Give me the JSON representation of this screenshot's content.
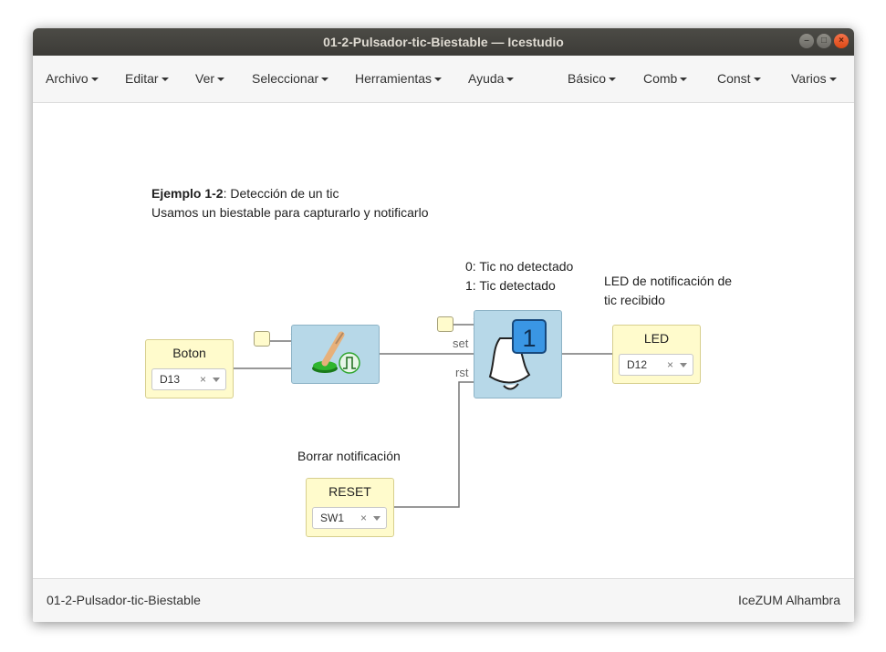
{
  "window": {
    "title": "01-2-Pulsador-tic-Biestable — Icestudio",
    "minimize_glyph": "–",
    "maximize_glyph": "□",
    "close_glyph": "×"
  },
  "menu": {
    "archivo": "Archivo",
    "editar": "Editar",
    "ver": "Ver",
    "seleccionar": "Seleccionar",
    "herramientas": "Herramientas",
    "ayuda": "Ayuda",
    "basico": "Básico",
    "comb": "Comb",
    "const": "Const",
    "varios": "Varios"
  },
  "canvas": {
    "comment_title_bold": "Ejemplo 1-2",
    "comment_title_rest": ": Detección de un tic",
    "comment_line2": "Usamos un biestable para capturarlo y notificarlo",
    "flipflop_note_line1": "0: Tic no detectado",
    "flipflop_note_line2": "1: Tic detectado",
    "led_note_line1": "LED de notificación de",
    "led_note_line2": "tic recibido",
    "reset_note": "Borrar notificación",
    "input_boton": {
      "title": "Boton",
      "pin": "D13"
    },
    "input_reset": {
      "title": "RESET",
      "pin": "SW1"
    },
    "output_led": {
      "title": "LED",
      "pin": "D12"
    },
    "flipflop": {
      "set_label": "set",
      "rst_label": "rst",
      "badge": "1"
    },
    "pin_clear_glyph": "×",
    "icons": {
      "pulse_block": "pushbutton-pulse-icon",
      "flipflop": "bell-notification-icon"
    }
  },
  "status": {
    "left": "01-2-Pulsador-tic-Biestable",
    "right": "IceZUM Alhambra"
  }
}
